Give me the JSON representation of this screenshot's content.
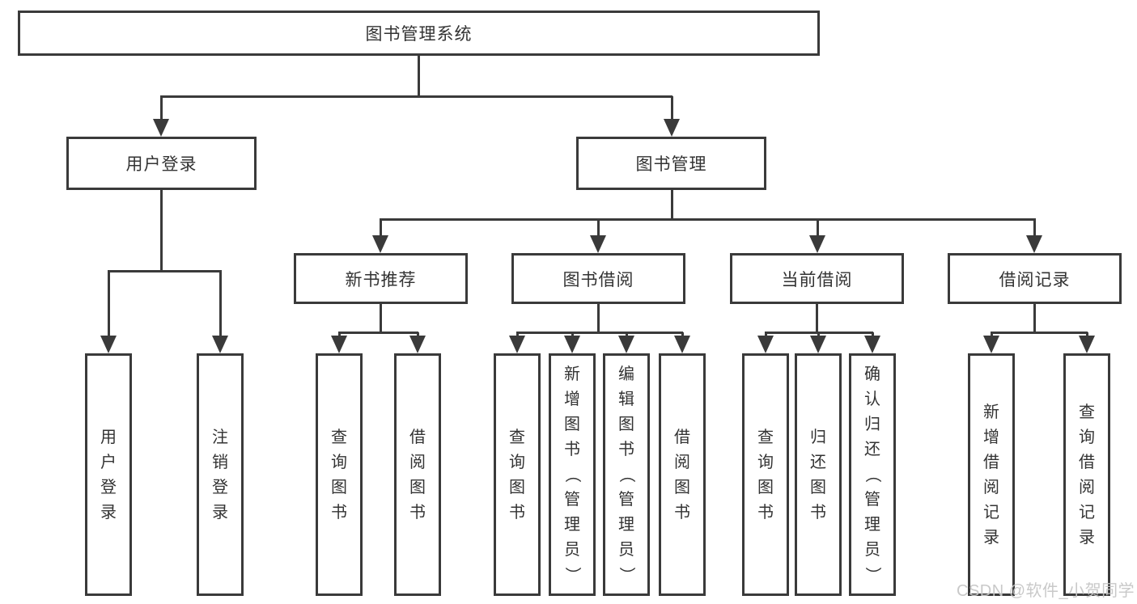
{
  "tree": {
    "root": "图书管理系统",
    "user_login": {
      "label": "用户登录",
      "children": [
        "用户登录",
        "注销登录"
      ]
    },
    "book_management": {
      "label": "图书管理",
      "sections": [
        {
          "label": "新书推荐",
          "children": [
            "查询图书",
            "借阅图书"
          ]
        },
        {
          "label": "图书借阅",
          "children": [
            "查询图书",
            "新增图书（管理员）",
            "编辑图书（管理员）",
            "借阅图书"
          ]
        },
        {
          "label": "当前借阅",
          "children": [
            "查询图书",
            "归还图书",
            "确认归还（管理员）"
          ]
        },
        {
          "label": "借阅记录",
          "children": [
            "新增借阅记录",
            "查询借阅记录"
          ]
        }
      ]
    }
  },
  "watermark": "CSDN @软件_小贺同学",
  "colors": {
    "line": "#3a3a3a",
    "box_border": "#3a3a3a",
    "box_fill": "#ffffff",
    "text": "#333333",
    "watermark": "#c6c6c6",
    "background": "#ffffff"
  }
}
